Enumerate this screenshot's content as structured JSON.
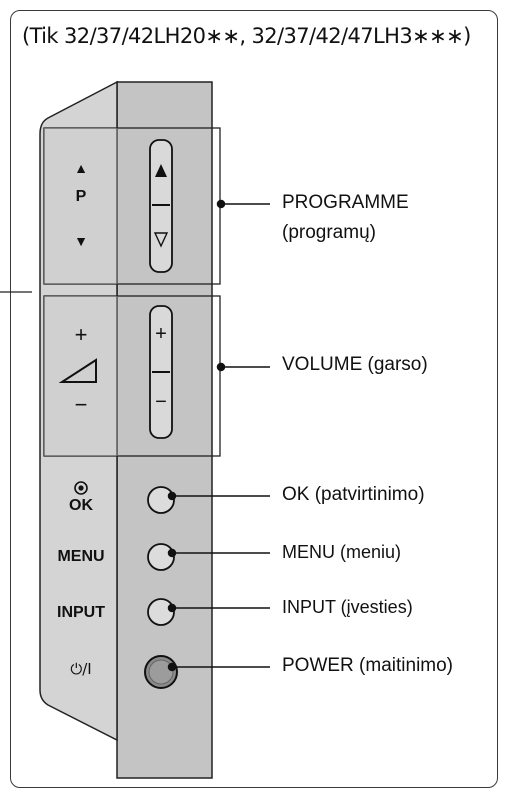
{
  "title": "(Tik 32/37/42LH20∗∗, 32/37/42/47LH3∗∗∗)",
  "panel": {
    "programme_side": {
      "up": "▲",
      "letter": "P",
      "down": "▼"
    },
    "volume_side": {
      "plus": "+",
      "minus": "−"
    },
    "ok_side": "OK",
    "menu_side": "MENU",
    "input_side": "INPUT",
    "power_side": "⏻/I",
    "volume_button": {
      "plus": "+",
      "minus": "−"
    }
  },
  "callouts": {
    "programme": "PROGRAMME",
    "programme_sub": "(programų)",
    "volume": "VOLUME (garso)",
    "ok": "OK (patvirtinimo)",
    "menu": "MENU (meniu)",
    "input": "INPUT (įvesties)",
    "power": "POWER (maitinimo)"
  },
  "colors": {
    "panel_light": "#d6d6d6",
    "panel_dark": "#bdbdbd",
    "outline": "#1a1a1a"
  }
}
